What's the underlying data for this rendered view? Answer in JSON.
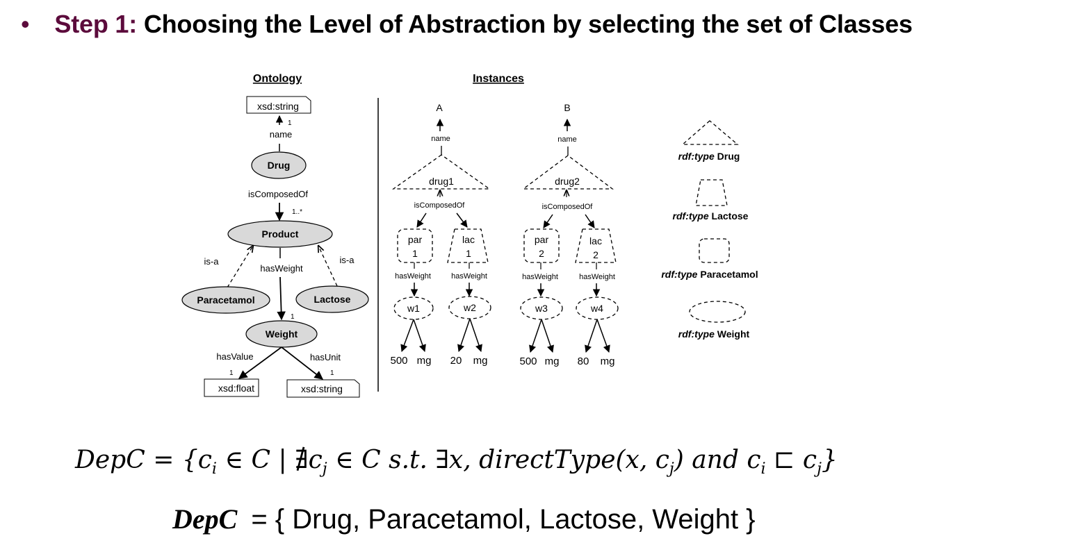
{
  "title": {
    "bullet": "•",
    "step": "Step 1:",
    "text": "Choosing the Level of Abstraction by selecting the set of Classes"
  },
  "ontology": {
    "heading": "Ontology",
    "top_literal": "xsd:string",
    "name_label": "name",
    "name_card": "1",
    "drug": "Drug",
    "composed_label": "isComposedOf",
    "composed_card": "1..*",
    "product": "Product",
    "isa_left": "is-a",
    "isa_right": "is-a",
    "hasweight_label": "hasWeight",
    "paracetamol": "Paracetamol",
    "lactose": "Lactose",
    "weight_card": "1",
    "weight": "Weight",
    "hasvalue_label": "hasValue",
    "hasunit_label": "hasUnit",
    "value_card": "1",
    "unit_card": "1",
    "float_literal": "xsd:float",
    "string_literal": "xsd:string"
  },
  "instances": {
    "heading": "Instances",
    "drugs": [
      {
        "name_value": "A",
        "name_label": "name",
        "node": "drug1",
        "composed_label": "isComposedOf",
        "par_top": "par",
        "par_bottom": "1",
        "lac_top": "lac",
        "lac_bottom": "1",
        "hw_left": "hasWeight",
        "hw_right": "hasWeight",
        "w_left": "w1",
        "w_right": "w2",
        "left_value": "500",
        "left_unit": "mg",
        "right_value": "20",
        "right_unit": "mg"
      },
      {
        "name_value": "B",
        "name_label": "name",
        "node": "drug2",
        "composed_label": "isComposedOf",
        "par_top": "par",
        "par_bottom": "2",
        "lac_top": "lac",
        "lac_bottom": "2",
        "hw_left": "hasWeight",
        "hw_right": "hasWeight",
        "w_left": "w3",
        "w_right": "w4",
        "left_value": "500",
        "left_unit": "mg",
        "right_value": "80",
        "right_unit": "mg"
      }
    ]
  },
  "legend": [
    {
      "prefix": "rdf:type",
      "cls": "Drug",
      "shape": "triangle"
    },
    {
      "prefix": "rdf:type",
      "cls": "Lactose",
      "shape": "trapezoid"
    },
    {
      "prefix": "rdf:type",
      "cls": "Paracetamol",
      "shape": "rounded-square"
    },
    {
      "prefix": "rdf:type",
      "cls": "Weight",
      "shape": "ellipse"
    }
  ],
  "formula": {
    "lhs": "DepC",
    "text_a": "= {c",
    "sub_i1": "i",
    "text_b": " ∈ C | ∄c",
    "sub_j1": "j",
    "text_c": " ∈ C s.t. ∃x, directType(x, c",
    "sub_j2": "j",
    "text_d": ") and c",
    "sub_i2": "i",
    "text_e": " ⊏ c",
    "sub_j3": "j",
    "text_f": "}"
  },
  "result": {
    "lhs": "DepC",
    "rhs": "= { Drug, Paracetamol, Lactose, Weight }"
  }
}
